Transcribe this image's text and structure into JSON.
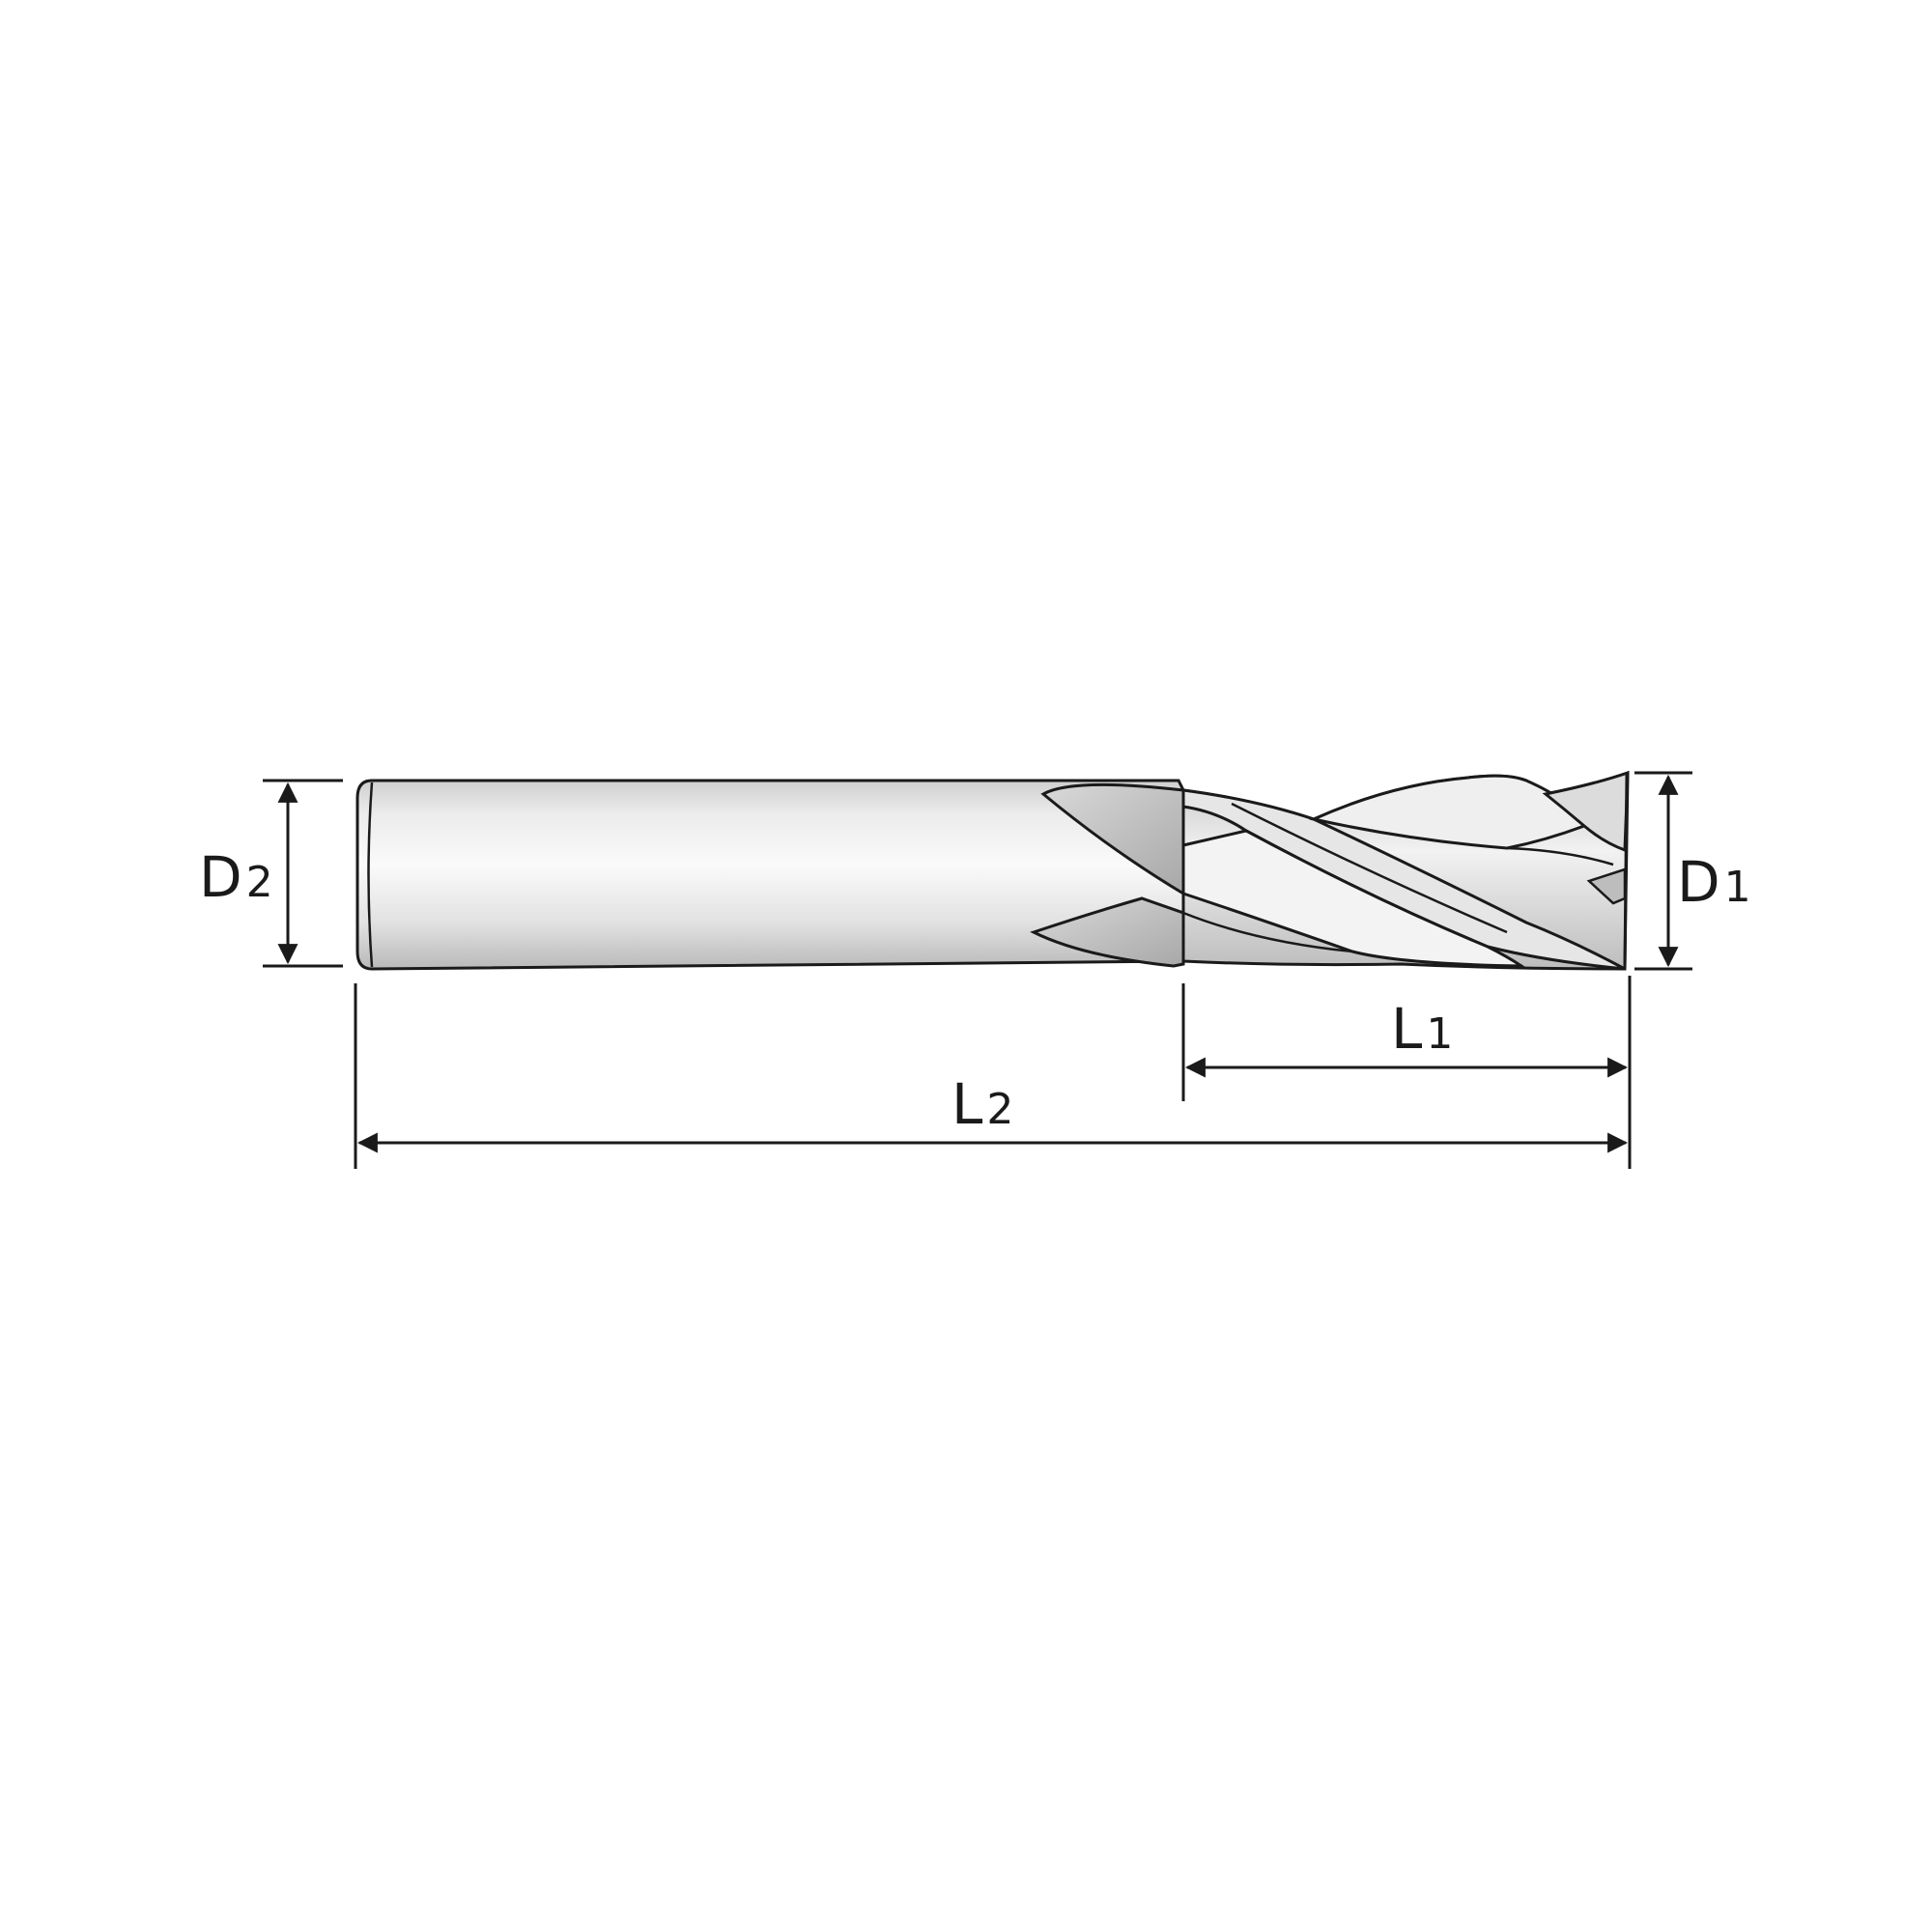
{
  "diagram": {
    "subject": "end-mill-4-flute",
    "colors": {
      "line": "#1a1a1a",
      "metal_light": "#f4f4f4",
      "metal_mid": "#d6d6d6",
      "metal_dark": "#9a9a9a",
      "background": "#ffffff"
    },
    "labels": {
      "d2": {
        "main": "D",
        "sub": "2"
      },
      "d1": {
        "main": "D",
        "sub": "1"
      },
      "l1": {
        "main": "L",
        "sub": "1"
      },
      "l2": {
        "main": "L",
        "sub": "2"
      }
    }
  }
}
